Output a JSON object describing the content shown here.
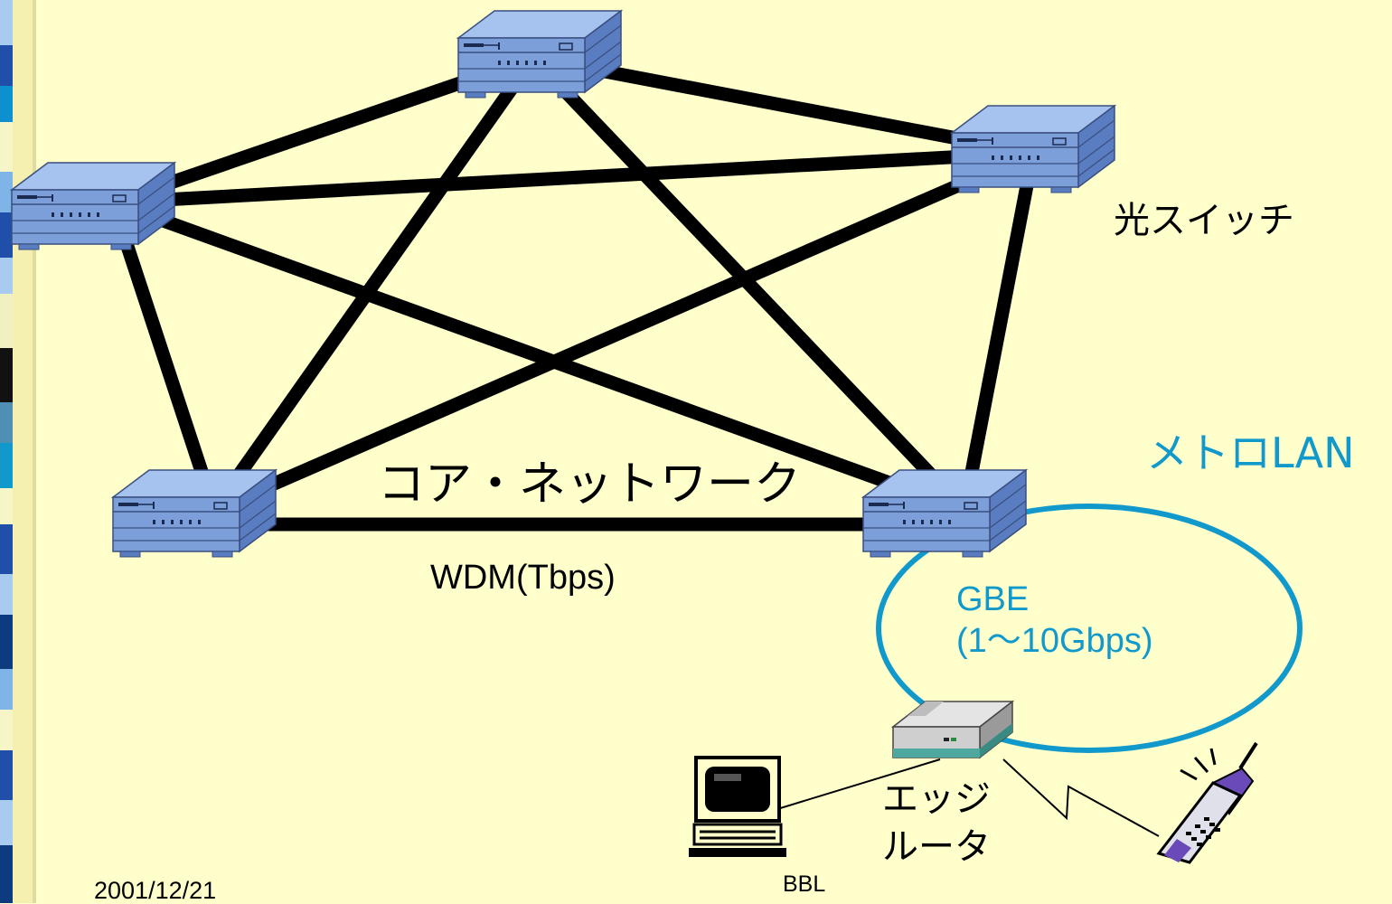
{
  "labels": {
    "optical_switch": "光スイッチ",
    "metro_lan": "メトロLAN",
    "core_network": "コア・ネットワーク",
    "wdm": "WDM(Tbps)",
    "gbe_line1": "GBE",
    "gbe_line2": "(1～10Gbps)",
    "edge_line1": "エッジ",
    "edge_line2": "ルータ"
  },
  "footer": {
    "date": "2001/12/21",
    "text": "BBL"
  },
  "colors": {
    "background": "#ffffcc",
    "switch_body": "#7c9fd9",
    "link": "#000000",
    "metro_ring": "#1199cc"
  },
  "icons": [
    "optical-switch-icon",
    "edge-router-icon",
    "computer-icon",
    "mobile-phone-icon"
  ]
}
